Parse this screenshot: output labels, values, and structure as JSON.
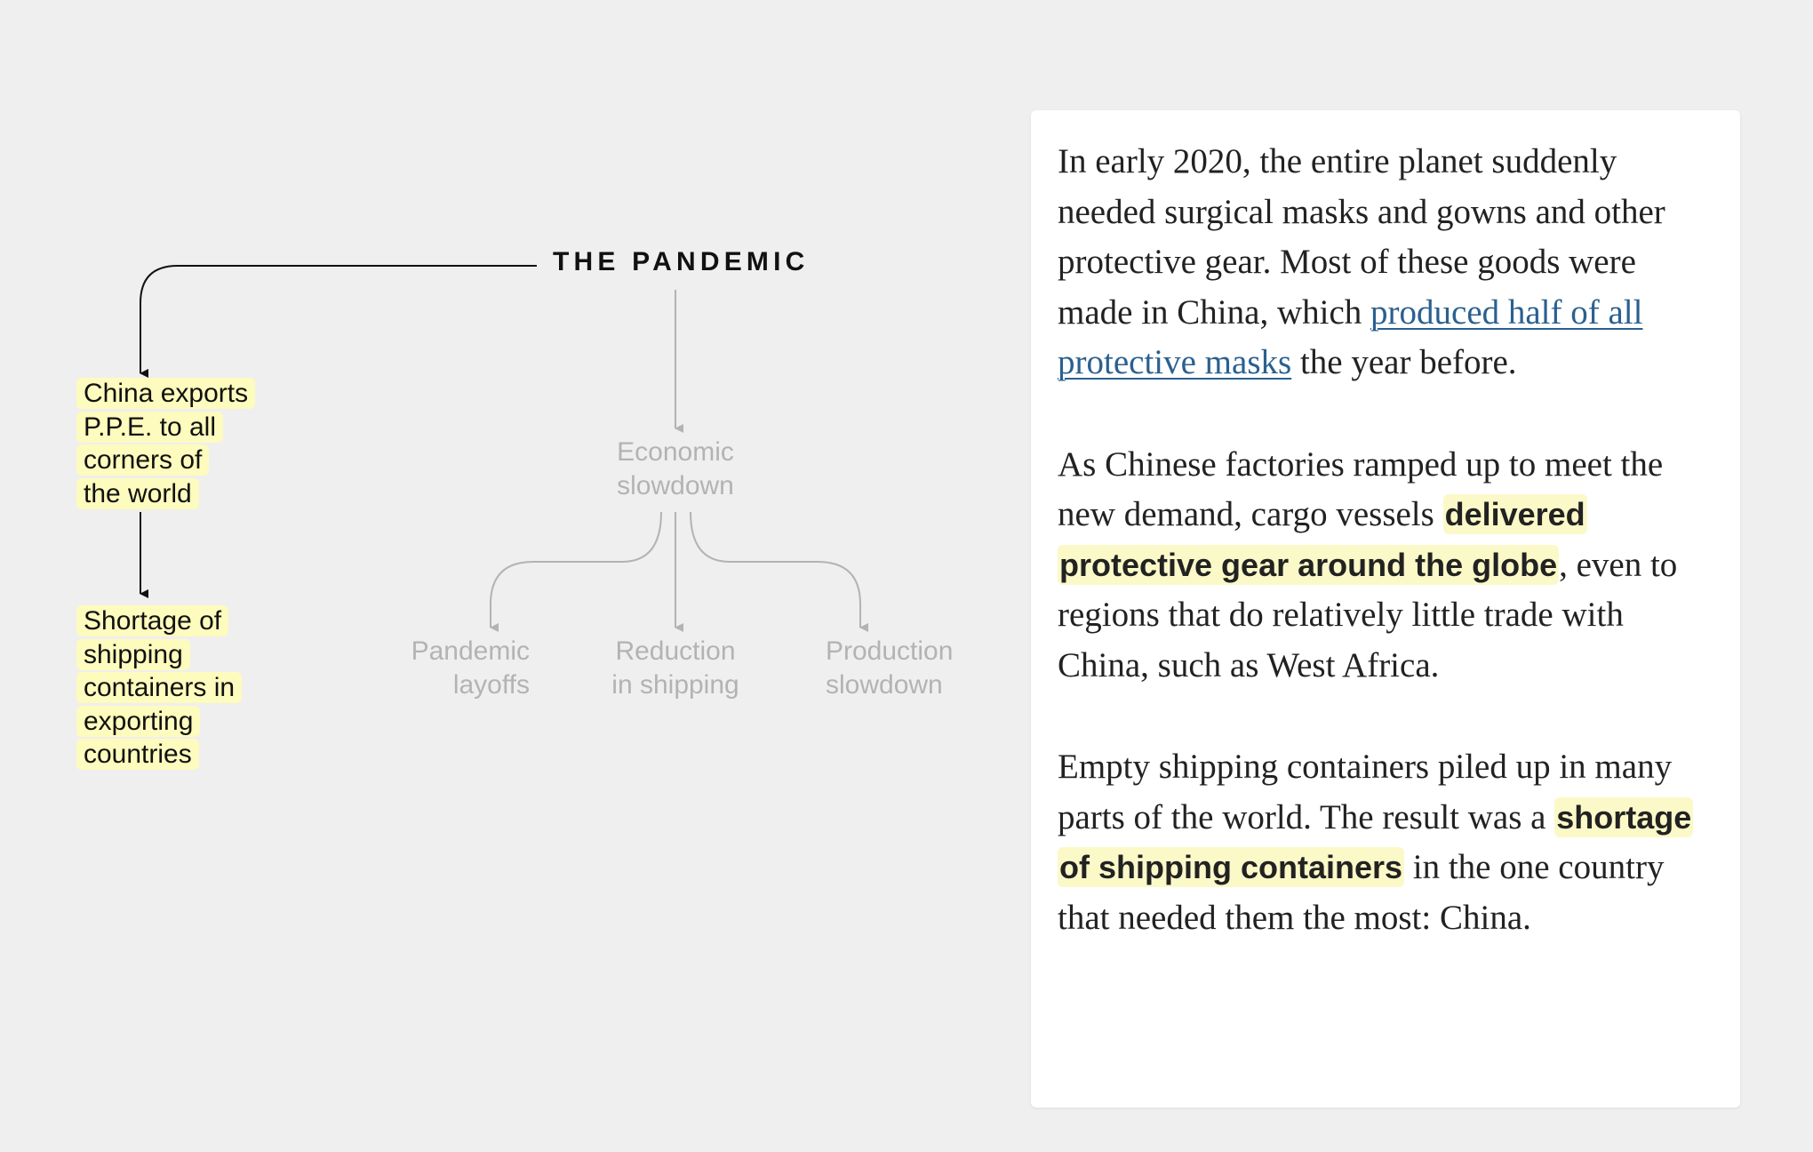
{
  "diagram": {
    "root": {
      "label": "THE PANDEMIC"
    },
    "nodes": {
      "china_exports": {
        "lines": [
          "China exports",
          "P.P.E. to all",
          "corners of",
          "the world"
        ]
      },
      "shortage": {
        "lines": [
          "Shortage of",
          "shipping",
          "containers in",
          "exporting",
          "countries"
        ]
      },
      "economic_slowdown": {
        "lines": [
          "Economic",
          "slowdown"
        ]
      },
      "pandemic_layoffs": {
        "lines": [
          "Pandemic",
          "layoffs"
        ]
      },
      "reduction_shipping": {
        "lines": [
          "Reduction",
          "in shipping"
        ]
      },
      "production_slowdown": {
        "lines": [
          "Production",
          "slowdown"
        ]
      }
    },
    "colors": {
      "active_line": "#111111",
      "faded_line": "#b3b3b3",
      "highlight": "#fdfbbd"
    }
  },
  "article": {
    "p1": {
      "before": "In early 2020, the entire planet suddenly needed surgical masks and gowns and other protective gear. Most of these goods were made in China, which ",
      "link": "produced half of all protective masks",
      "after": " the year before."
    },
    "p2": {
      "before": "As Chinese factories ramped up to meet the new demand, cargo vessels ",
      "highlight": "delivered protective gear around the globe",
      "after": ", even to regions that do relatively little trade with China, such as West Africa."
    },
    "p3": {
      "before": "Empty shipping containers piled up in many parts of the world. The result was a ",
      "highlight": "shortage of shipping containers",
      "after": " in the one country that needed them the most: China."
    },
    "colors": {
      "link": "#2a6090",
      "highlight": "#fbf9c8",
      "text": "#222222"
    }
  }
}
